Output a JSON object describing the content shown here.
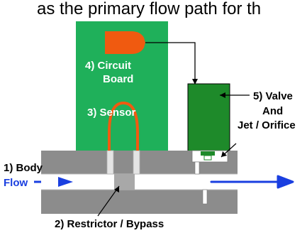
{
  "caption": "as the primary flow path for th",
  "labels": {
    "body": "1) Body",
    "flow": "Flow",
    "restrictor": "2) Restrictor / Bypass",
    "sensor": "3) Sensor",
    "circuit_1": "4) Circuit",
    "circuit_2": "Board",
    "valve_1": "5) Valve",
    "valve_2": "And",
    "valve_3": "Jet / Orifice"
  },
  "colors": {
    "circuit_board": "#1fb05a",
    "valve": "#1e8a2a",
    "body": "#8c8c8c",
    "flow_arrow": "#1a3fe0",
    "sensor": "#f05a10",
    "connector": "#f05a10",
    "flow_label": "#1a3fe0",
    "component_label": "#ffffff",
    "outside_label": "#000000"
  }
}
